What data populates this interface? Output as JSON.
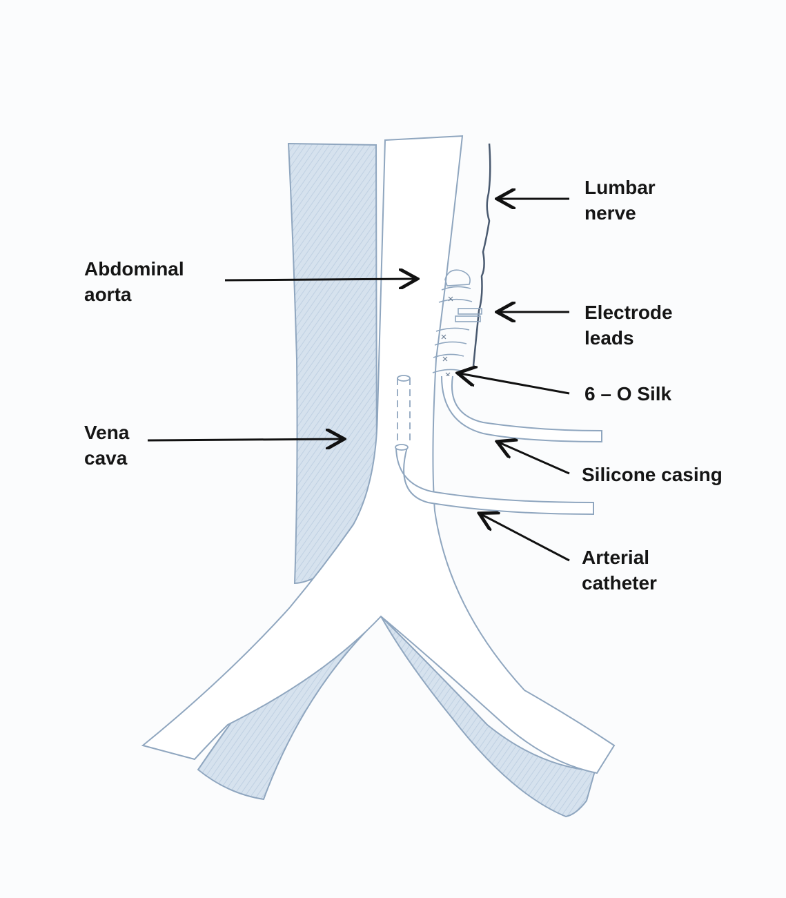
{
  "labels": {
    "lumbar_nerve": [
      "Lumbar",
      "nerve"
    ],
    "abdominal_aorta": [
      "Abdominal",
      "aorta"
    ],
    "electrode_leads": [
      "Electrode",
      "leads"
    ],
    "silk": [
      "6 – O Silk"
    ],
    "vena_cava": [
      "Vena",
      "cava"
    ],
    "silicone_casing": [
      "Silicone casing"
    ],
    "arterial_catheter": [
      "Arterial",
      "catheter"
    ]
  },
  "colors": {
    "background": "#fbfcfd",
    "vena_cava_fill": "#d4e0ed",
    "vessel_outline": "#8fa6bf",
    "aorta_fill": "#ffffff",
    "nerve": "#4a5a70",
    "arrow": "#111111",
    "text": "#151515"
  }
}
